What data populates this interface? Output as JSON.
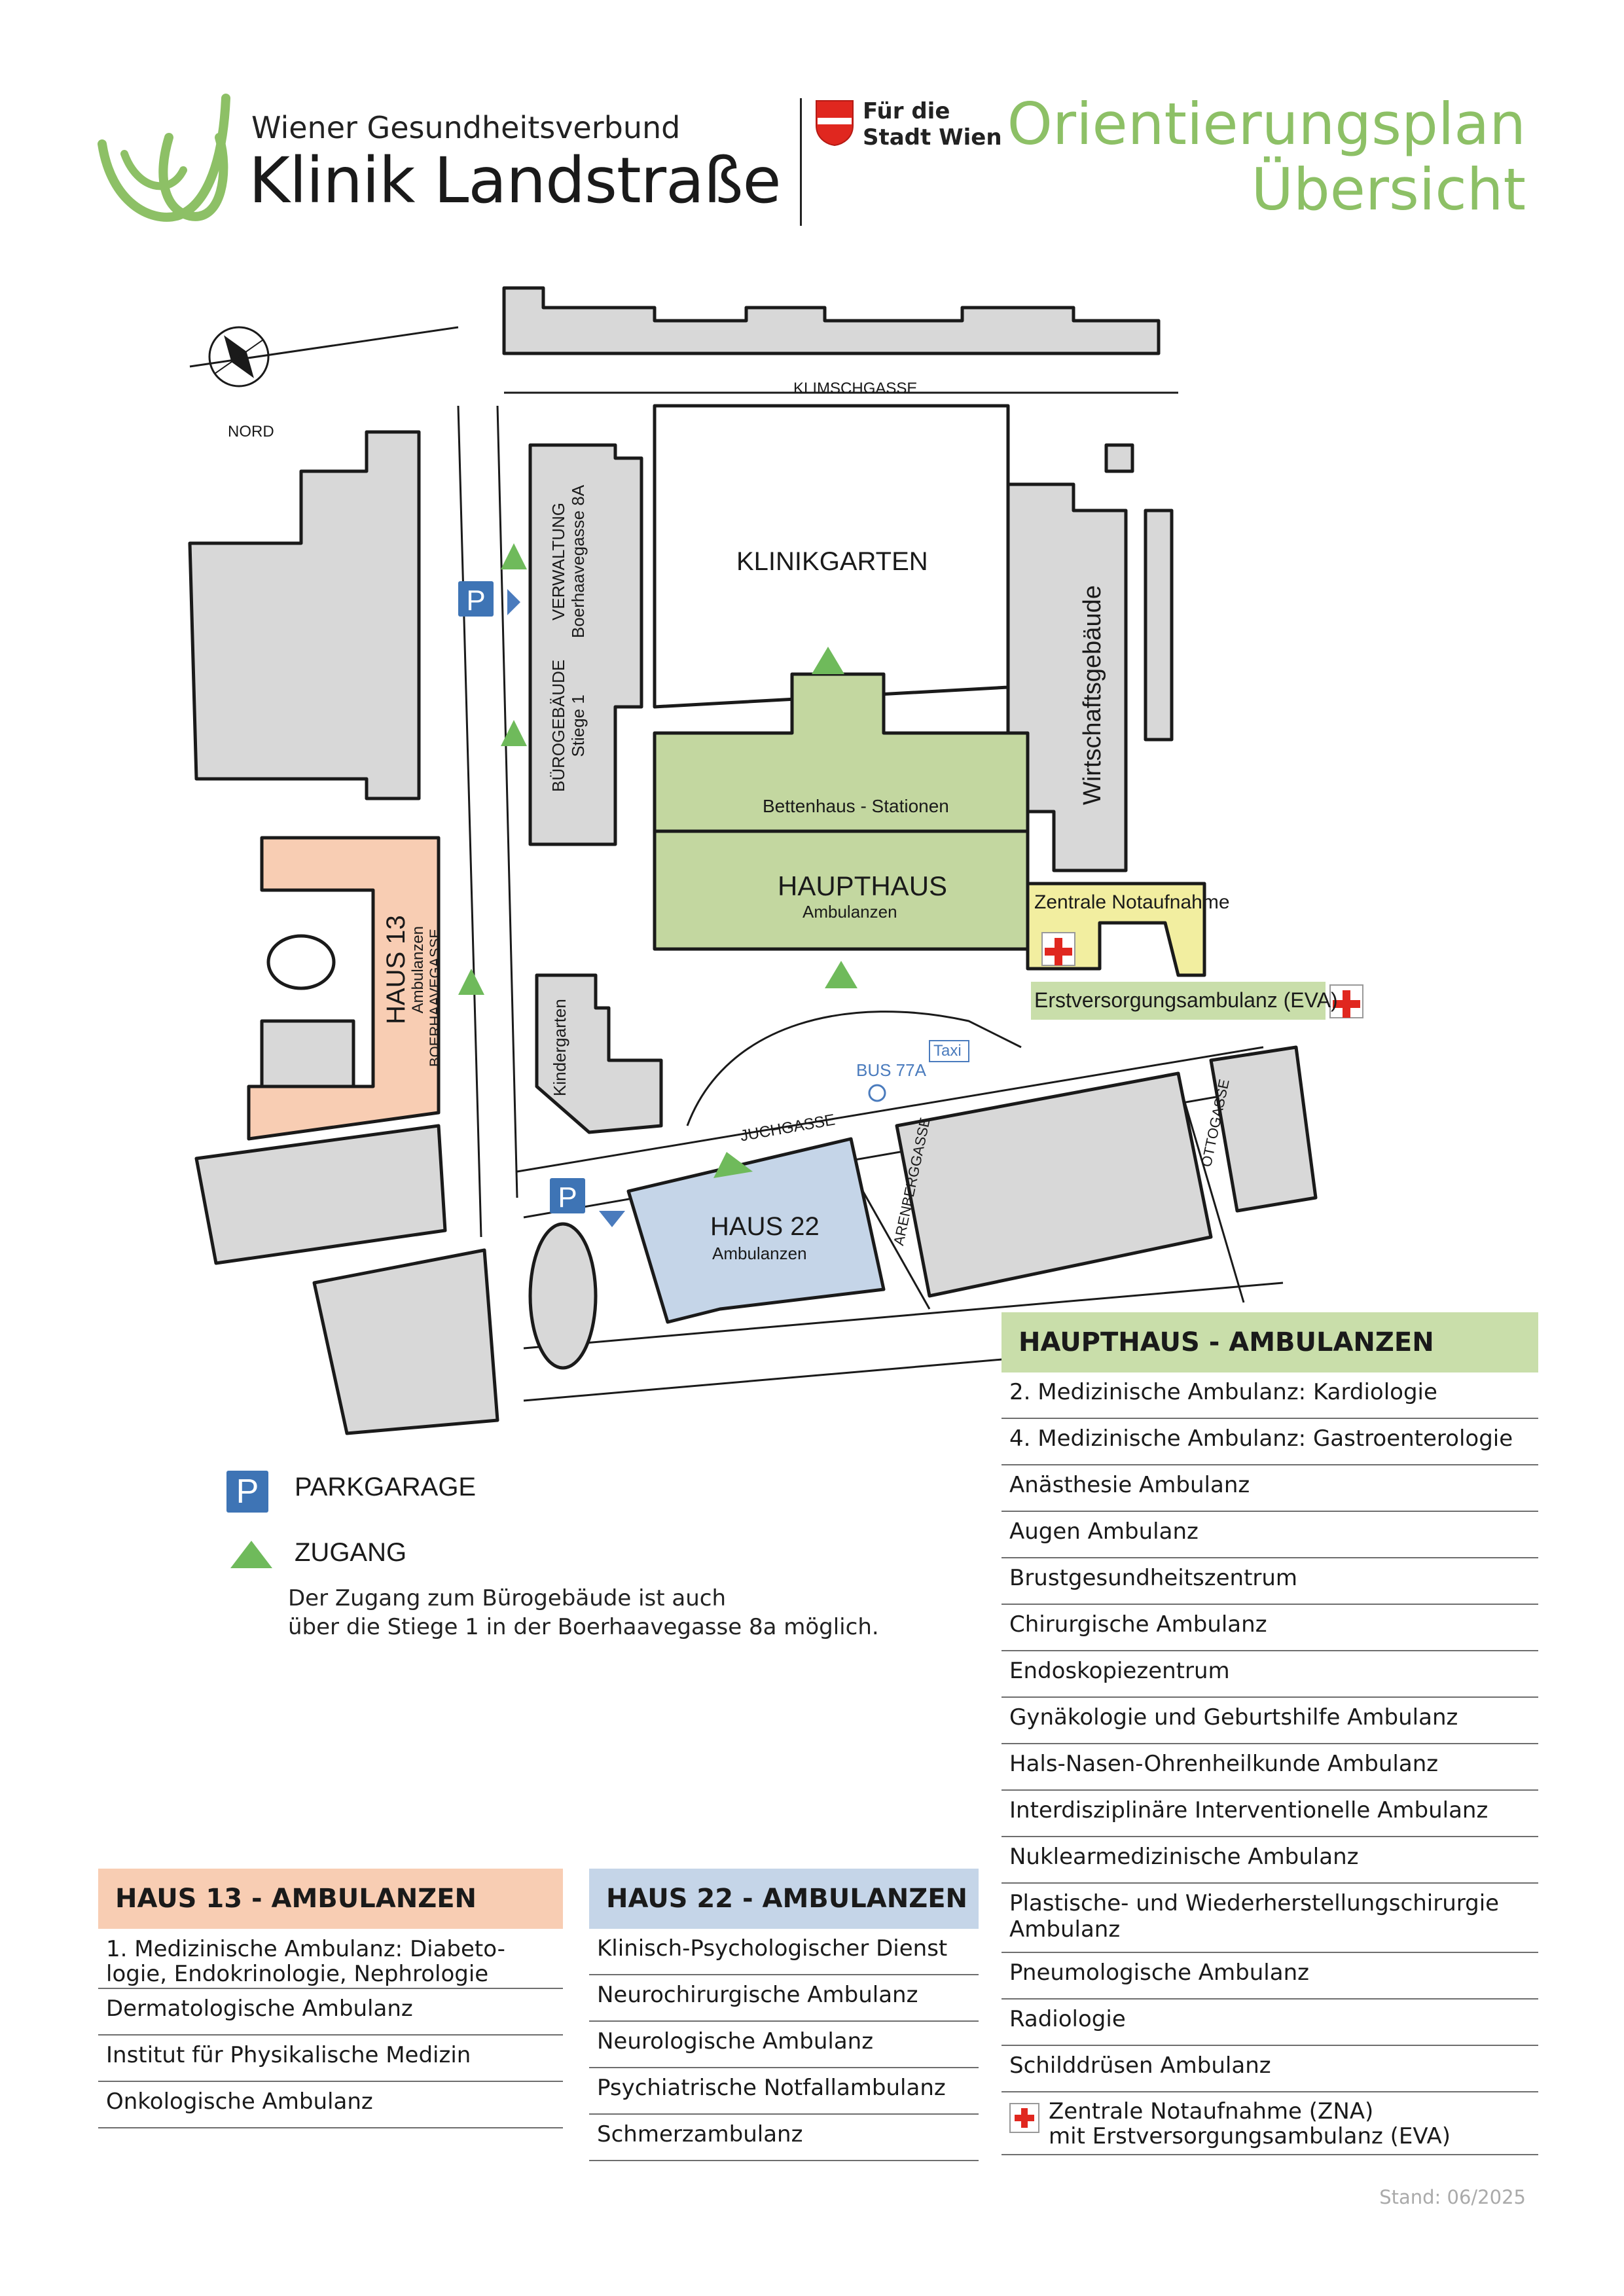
{
  "header": {
    "org": "Wiener Gesundheitsverbund",
    "clinic": "Klinik Landstraße",
    "city_line1": "Für die",
    "city_line2": "Stadt Wien",
    "title_line1": "Orientierungsplan",
    "title_line2": "Übersicht"
  },
  "map": {
    "north": "NORD",
    "streets": {
      "klimschgasse": "KLIMSCHGASSE",
      "boerhaavegasse": "BOERHAAVEGASSE",
      "juchgasse": "JUCHGASSE",
      "arenbergasse": "ARENBERGGASSE",
      "ottogasse": "OTTOGASSE"
    },
    "buildings": {
      "klinikgarten": "KLINIKGARTEN",
      "verwaltung_1": "VERWALTUNG",
      "verwaltung_2": "Boerhaavegasse 8A",
      "buero_1": "BÜROGEBÄUDE",
      "buero_2": "Stiege 1",
      "wirtschaft": "Wirtschaftsgebäude",
      "bettenhaus": "Bettenhaus - Stationen",
      "haupthaus": "HAUPTHAUS",
      "haupthaus_sub": "Ambulanzen",
      "zna": "Zentrale Notaufnahme",
      "eva": "Erstversorgungsambulanz (EVA)",
      "haus13": "HAUS 13",
      "haus13_sub": "Ambulanzen",
      "kindergarten": "Kindergarten",
      "bus": "BUS 77A",
      "taxi": "Taxi",
      "haus22": "HAUS 22",
      "haus22_sub": "Ambulanzen",
      "parking_symbol": "P"
    }
  },
  "legend": {
    "parking_symbol": "P",
    "parking": "PARKGARAGE",
    "entrance": "ZUGANG",
    "note_line1": "Der Zugang zum Bürogebäude ist auch",
    "note_line2": "über die Stiege 1 in der Boerhaavegasse 8a möglich."
  },
  "haupthaus_table": {
    "title": "HAUPTHAUS - AMBULANZEN",
    "color": "#c9deaa",
    "rows": [
      "2. Medizinische Ambulanz: Kardiologie",
      "4. Medizinische Ambulanz: Gastroenterologie",
      "Anästhesie Ambulanz",
      "Augen Ambulanz",
      "Brustgesundheitszentrum",
      "Chirurgische Ambulanz",
      "Endoskopiezentrum",
      "Gynäkologie und Geburtshilfe Ambulanz",
      "Hals-Nasen-Ohrenheilkunde Ambulanz",
      "Interdisziplinäre Interventionelle Ambulanz",
      "Nuklearmedizinische Ambulanz",
      "Plastische- und Wiederherstellungschirurgie Ambulanz",
      "Pneumologische Ambulanz",
      "Radiologie",
      "Schilddrüsen Ambulanz"
    ],
    "last_line1": "Zentrale Notaufnahme (ZNA)",
    "last_line2": "mit Erstversorgungsambulanz (EVA)"
  },
  "haus13_table": {
    "title": "HAUS 13 - AMBULANZEN",
    "color": "#f8cdb3",
    "row1_line1": "1. Medizinische Ambulanz: Diabeto-",
    "row1_line2": "logie, Endokrinologie, Nephrologie",
    "rows": [
      "Dermatologische Ambulanz",
      "Institut für Physikalische Medizin",
      "Onkologische Ambulanz"
    ]
  },
  "haus22_table": {
    "title": "HAUS 22 - AMBULANZEN",
    "color": "#c5d5e8",
    "rows": [
      "Klinisch-Psychologischer Dienst",
      "Neurochirurgische Ambulanz",
      "Neurologische Ambulanz",
      "Psychiatrische Notfallambulanz",
      "Schmerzambulanz"
    ]
  },
  "footer": {
    "stand": "Stand: 06/2025"
  }
}
